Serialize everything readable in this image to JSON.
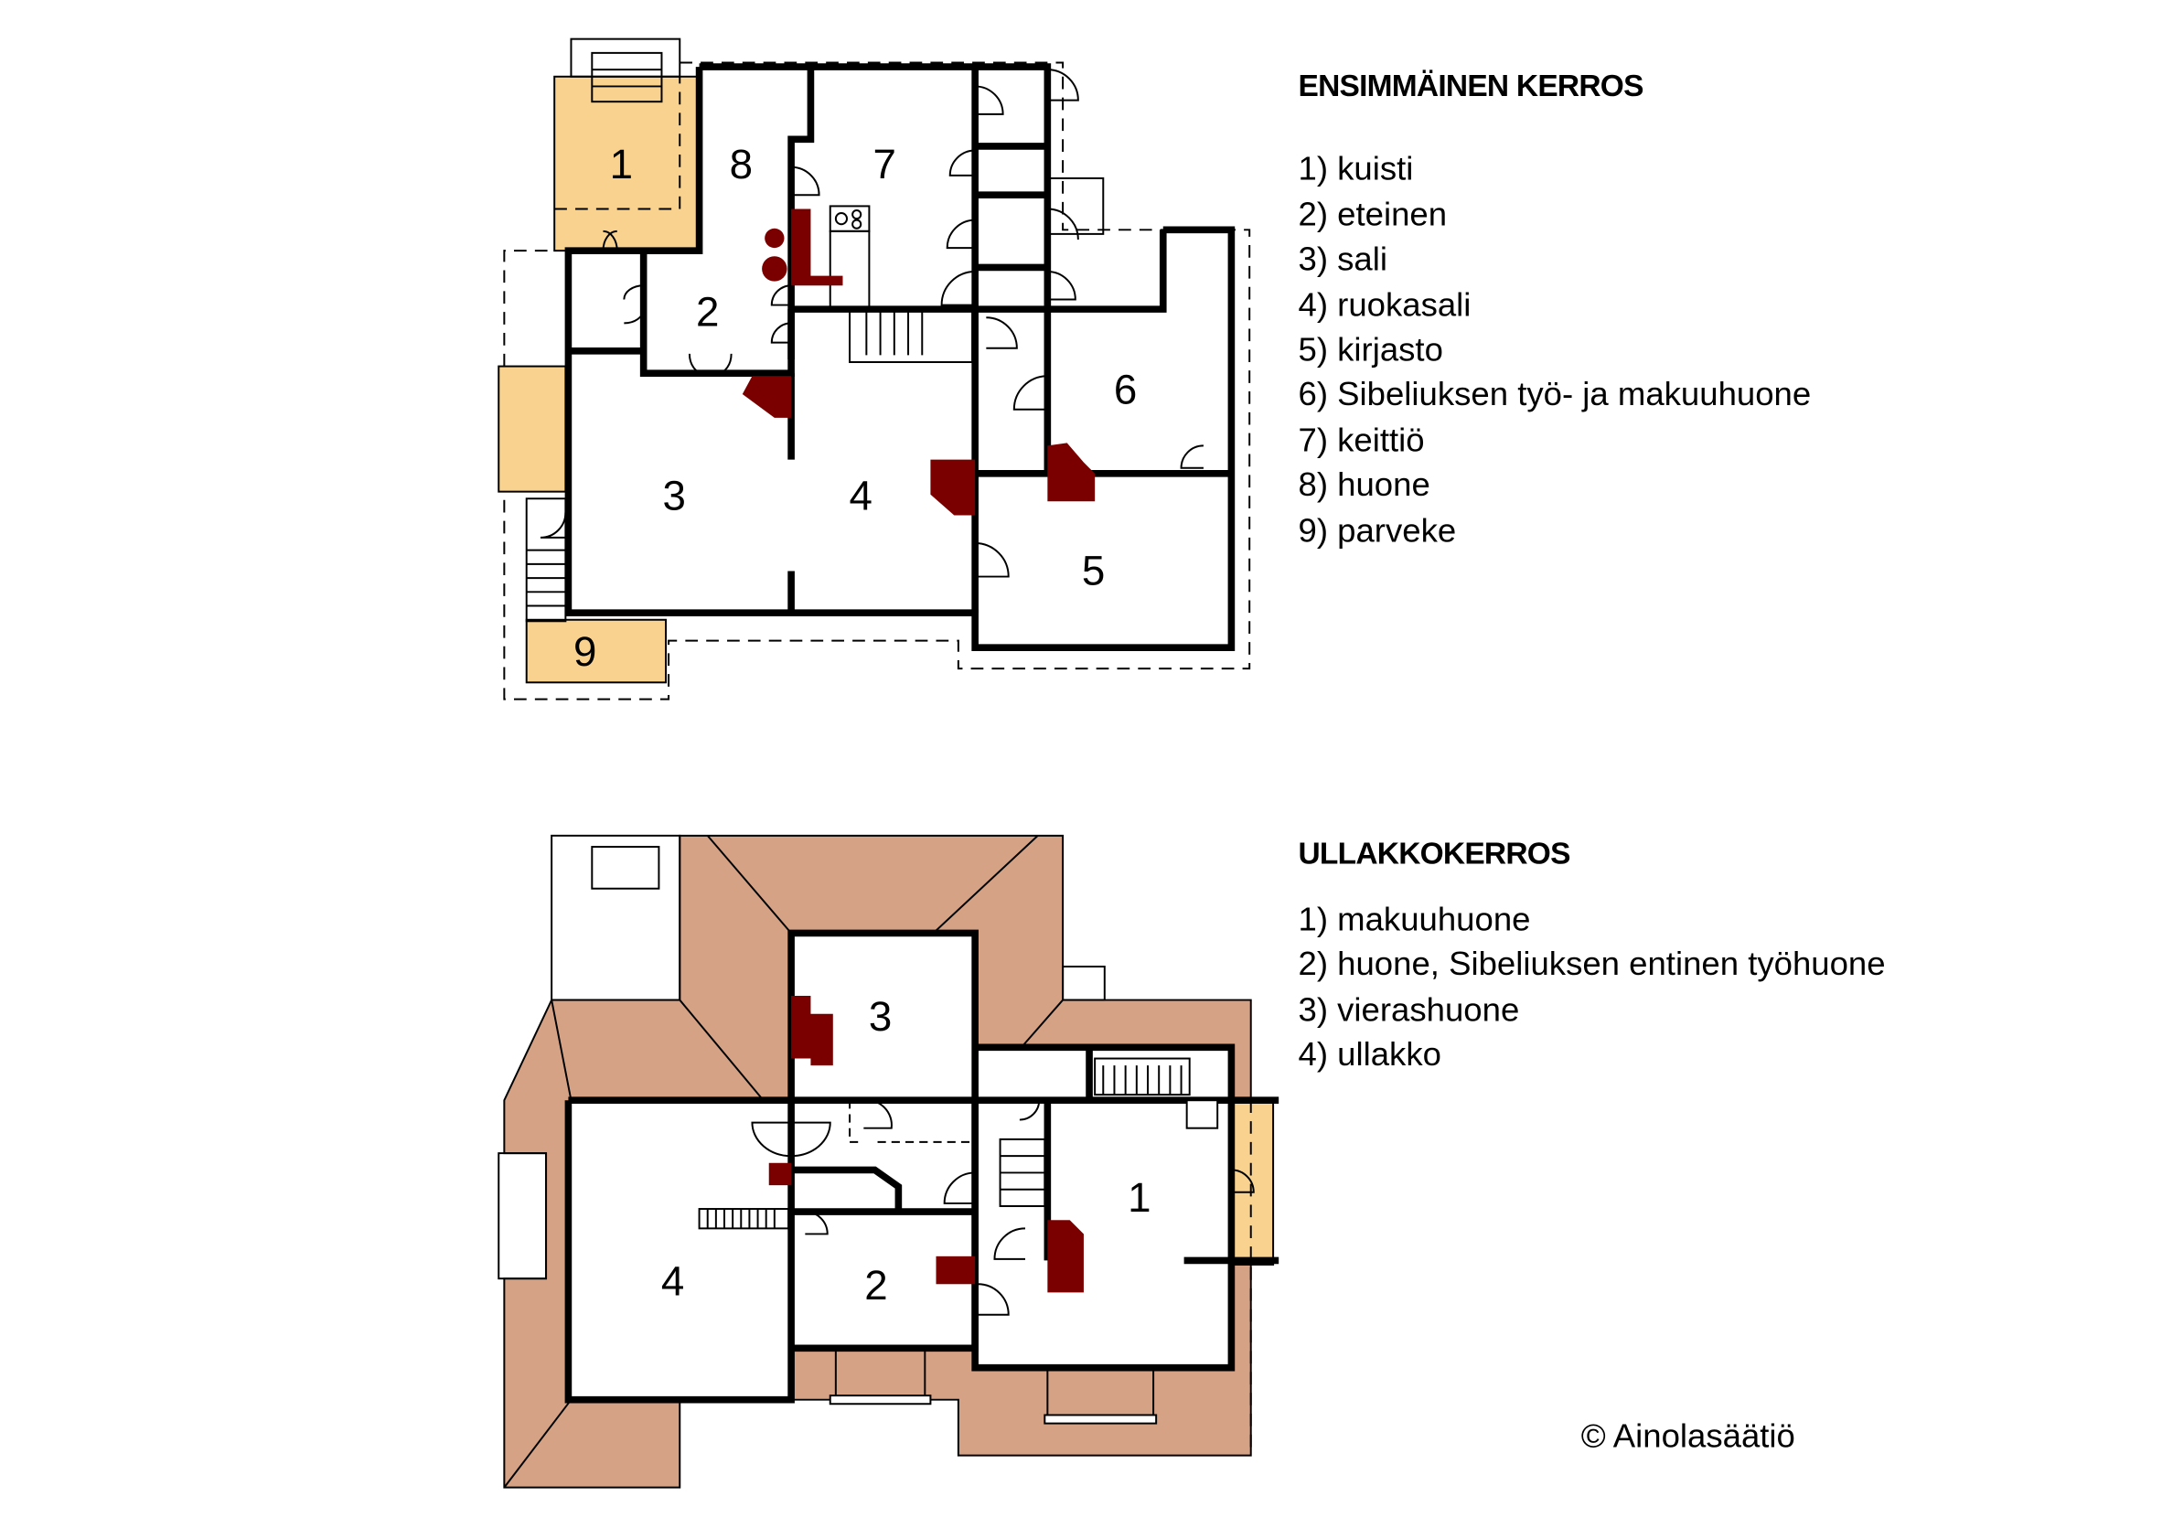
{
  "first_floor": {
    "title": "ENSIMMÄINEN KERROS",
    "rooms": [
      "1) kuisti",
      "2) eteinen",
      "3) sali",
      "4) ruokasali",
      "5) kirjasto",
      "6) Sibeliuksen työ- ja makuuhuone",
      "7) keittiö",
      "8) huone",
      "9) parveke"
    ],
    "plan_numbers": [
      "1",
      "2",
      "3",
      "4",
      "5",
      "6",
      "7",
      "8",
      "9"
    ]
  },
  "attic_floor": {
    "title": "ULLAKKOKERROS",
    "rooms": [
      "1) makuuhuone",
      "2) huone, Sibeliuksen entinen työhuone",
      "3) vierashuone",
      "4) ullakko"
    ],
    "plan_numbers": [
      "1",
      "2",
      "3",
      "4"
    ]
  },
  "copyright": "© Ainolasäätiö",
  "colors": {
    "porch": "#f8d28e",
    "roof": "#d6a286",
    "fireplace": "#7a0000"
  }
}
